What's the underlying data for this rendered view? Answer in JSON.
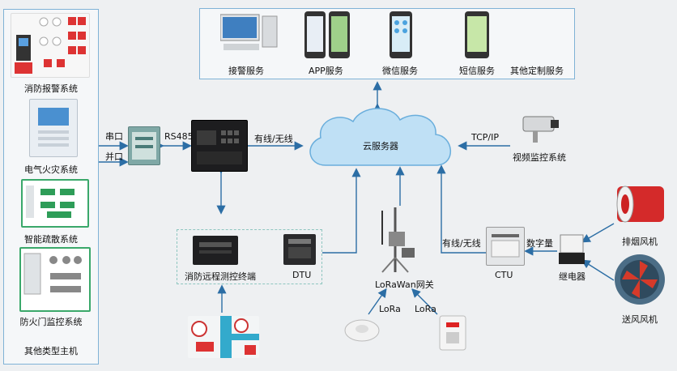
{
  "left_systems": [
    {
      "label": "消防报警系统"
    },
    {
      "label": "电气火灾系统"
    },
    {
      "label": "智能疏散系统"
    },
    {
      "label": "防火门监控系统"
    },
    {
      "label": "其他类型主机"
    }
  ],
  "services": [
    {
      "label": "接警服务"
    },
    {
      "label": "APP服务"
    },
    {
      "label": "微信服务"
    },
    {
      "label": "短信服务"
    },
    {
      "label": "其他定制服务"
    }
  ],
  "links": {
    "serial": "串口",
    "parallel": "并口",
    "rs485": "RS485",
    "wired_wireless_top": "有线/无线",
    "tcpip": "TCP/IP",
    "wired_wireless_right": "有线/无线",
    "digital": "数字量",
    "lora_left": "LoRa",
    "lora_right": "LoRa"
  },
  "nodes": {
    "cloud": "云服务器",
    "camera": "视频监控系统",
    "remote_terminal": "消防远程测控终端",
    "dtu": "DTU",
    "gateway": "LoRaWan网关",
    "ctu": "CTU",
    "relay": "继电器",
    "exhaust_fan": "排烟风机",
    "supply_fan": "送风风机"
  },
  "colors": {
    "accent": "#1b6fb3",
    "line": "#2c6ea5",
    "cloud": "#bfe0f5"
  }
}
